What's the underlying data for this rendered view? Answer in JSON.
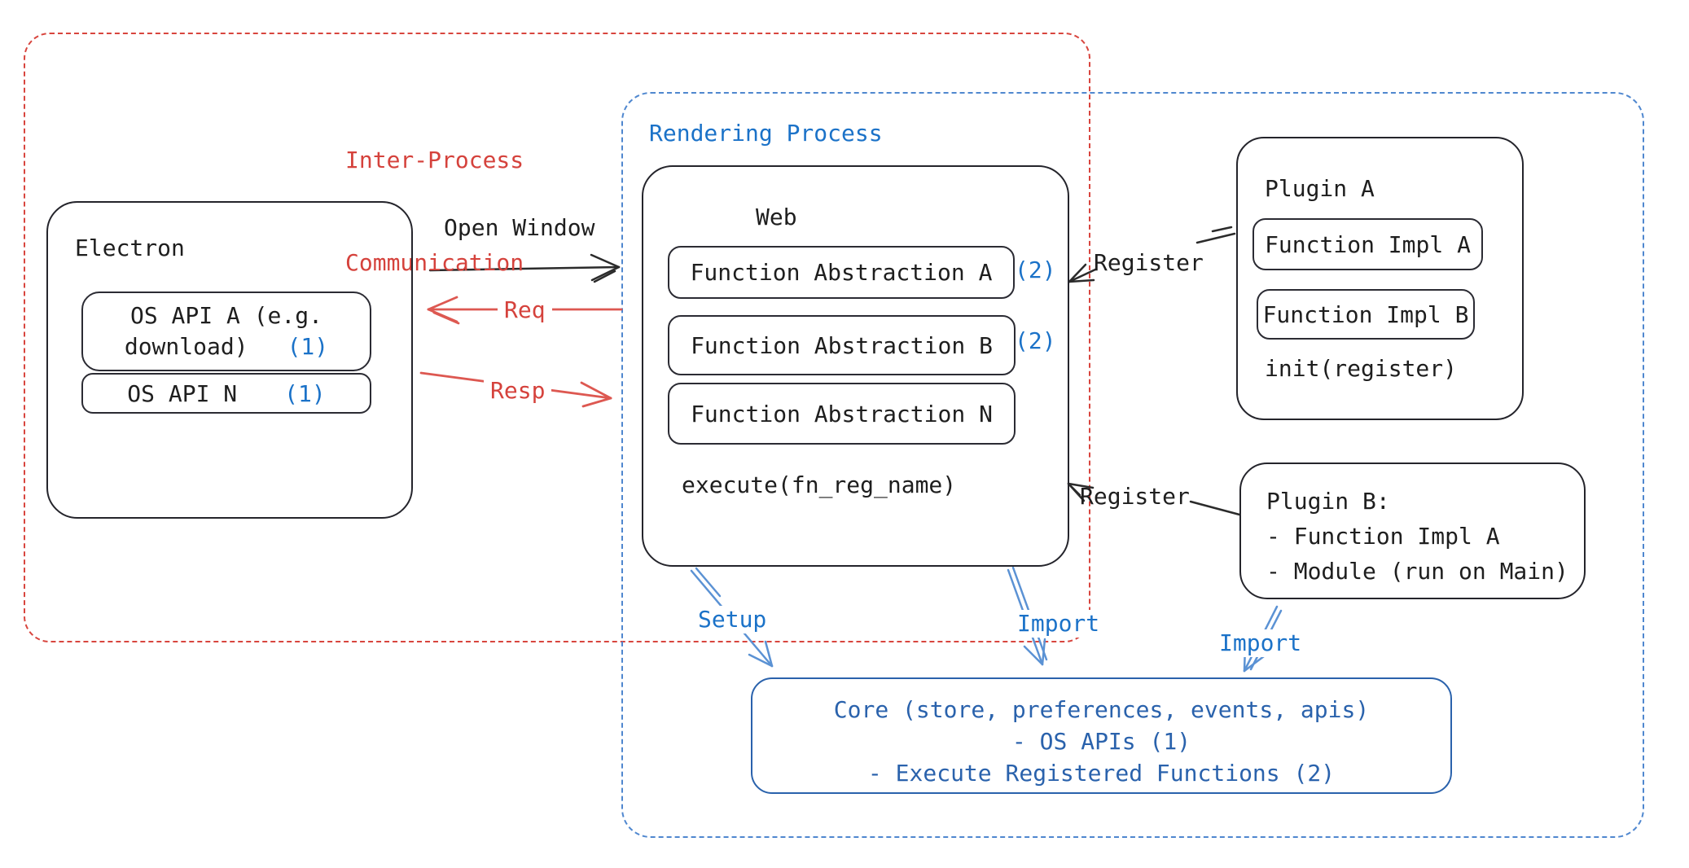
{
  "regions": {
    "ipc": {
      "line1": "Inter-Process",
      "line2": "Communication"
    },
    "rendering": {
      "label": "Rendering Process"
    }
  },
  "electron": {
    "title": "Electron",
    "os_api_a": {
      "line1": "OS API A (e.g.",
      "line2": "download)",
      "badge": "(1)"
    },
    "os_api_n": {
      "label": "OS API N",
      "badge": "(1)"
    }
  },
  "web": {
    "title": "Web",
    "abstraction_a": {
      "label": "Function Abstraction A",
      "badge": "(2)"
    },
    "abstraction_b": {
      "label": "Function Abstraction B",
      "badge": "(2)"
    },
    "abstraction_n": {
      "label": "Function Abstraction N"
    },
    "execute_label": "execute(fn_reg_name)"
  },
  "plugin_a": {
    "title": "Plugin A",
    "impl_a": "Function Impl A",
    "impl_b": "Function Impl B",
    "init_label": "init(register)"
  },
  "plugin_b": {
    "title": "Plugin B:",
    "item1": "- Function Impl A",
    "item2": "- Module (run on Main)"
  },
  "core": {
    "line1": "Core (store, preferences, events, apis)",
    "line2": "- OS APIs (1)",
    "line3": "- Execute Registered Functions (2)"
  },
  "arrows": {
    "open_window": {
      "label": "Open Window"
    },
    "req": {
      "label": "Req"
    },
    "resp": {
      "label": "Resp"
    },
    "register_plugin_a": {
      "label": "Register"
    },
    "register_plugin_b": {
      "label": "Register"
    },
    "setup": {
      "label": "Setup"
    },
    "import_web": {
      "label": "Import"
    },
    "import_plugin_b": {
      "label": "Import"
    }
  },
  "colors": {
    "ink": "#1e1e1e",
    "red_dash": "#d8453e",
    "red_text": "#d5423c",
    "blue_dash": "#4f87cf",
    "blue_text": "#1b72c8",
    "core_blue": "#2a62ac",
    "arrow_red": "#dd5851",
    "arrow_blue": "#5b92d4"
  }
}
